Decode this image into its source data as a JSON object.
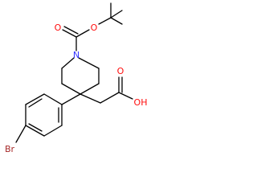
{
  "molecule": {
    "atom_labels": {
      "n": "N",
      "o_carbonyl": "O",
      "o_ester": "O",
      "o_acid_carbonyl": "O",
      "oh": "OH",
      "br": "Br"
    },
    "colors": {
      "bond": "#000000",
      "nitrogen": "#3333ff",
      "oxygen": "#ff0d0d",
      "bromine": "#a62929"
    }
  }
}
